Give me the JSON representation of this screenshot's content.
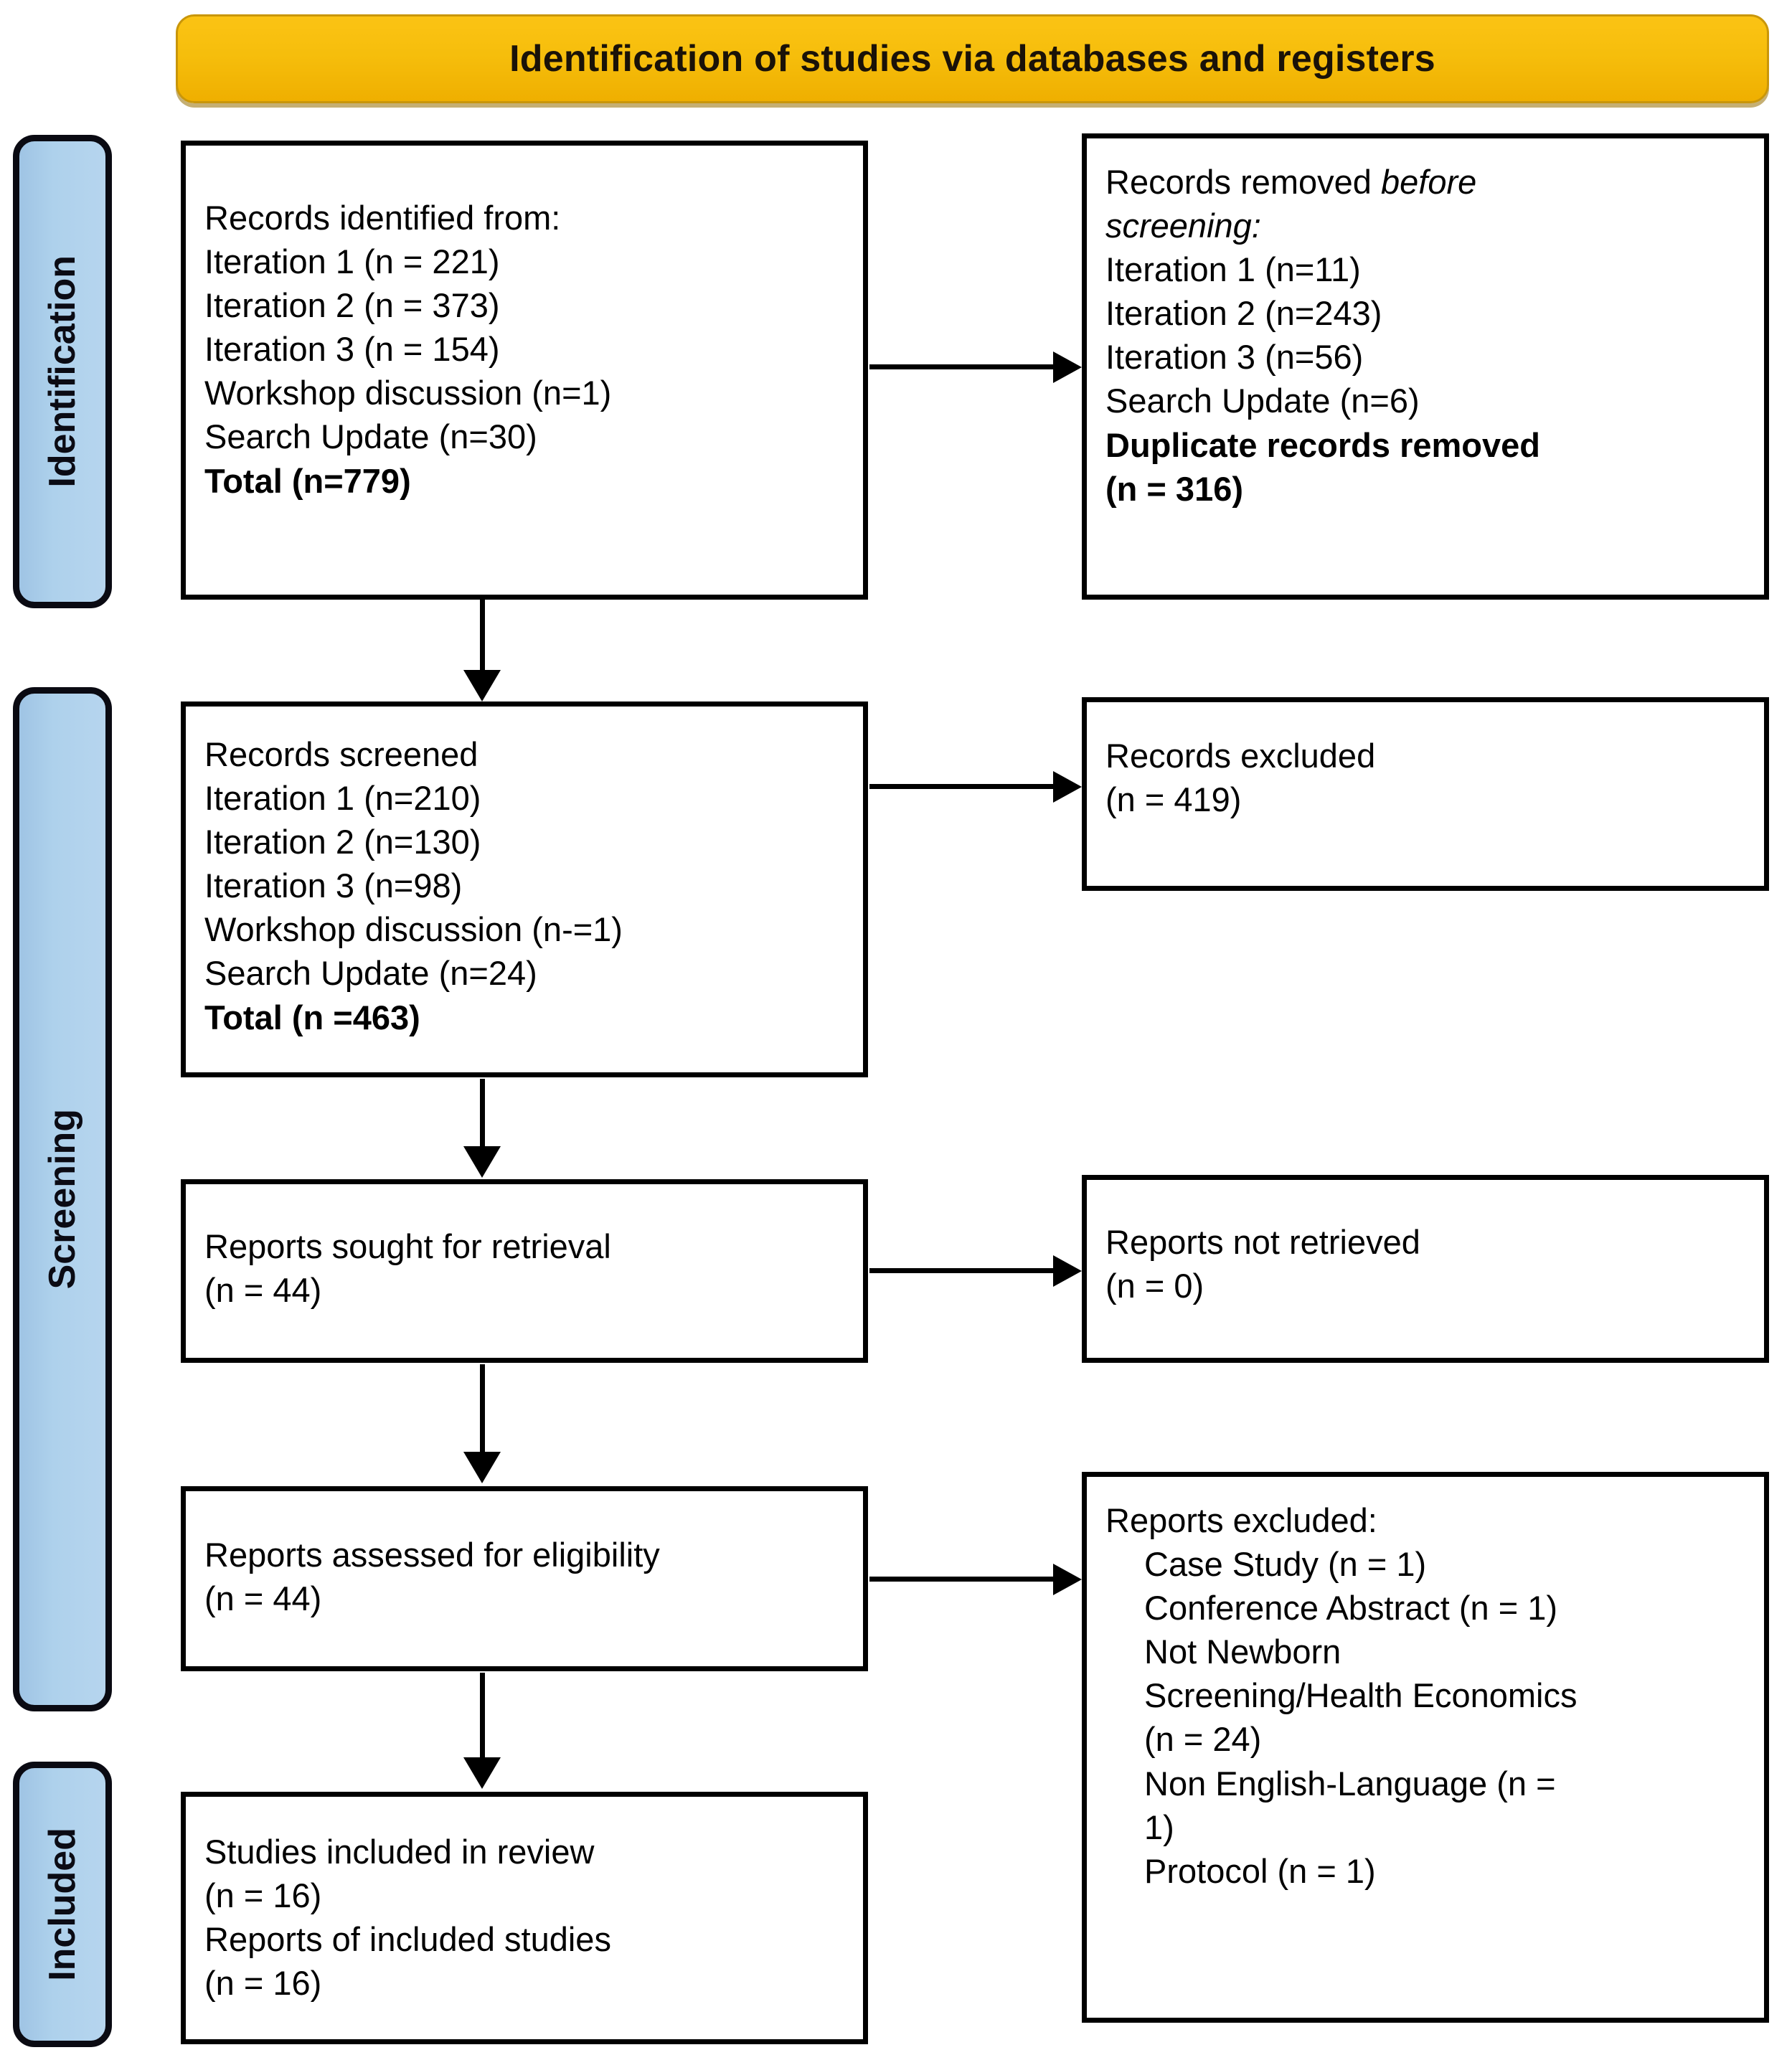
{
  "diagram": {
    "title": "Identification of studies via databases and registers",
    "colors": {
      "banner_fill": "#F6BE0C",
      "banner_border": "#C9960A",
      "stage_fill": "#AED1EC",
      "stage_border": "#0a0a12",
      "box_border": "#000000",
      "box_fill": "#FFFFFF",
      "connector": "#000000"
    }
  },
  "stages": {
    "identification": "Identification",
    "screening": "Screening",
    "included": "Included"
  },
  "boxes": {
    "records_identified": {
      "lines": [
        {
          "text": "Records identified from:",
          "bold": false,
          "italic": false,
          "indent": false
        },
        {
          "text": "Iteration 1 (n = 221)",
          "bold": false,
          "italic": false,
          "indent": false
        },
        {
          "text": "Iteration 2 (n = 373)",
          "bold": false,
          "italic": false,
          "indent": false
        },
        {
          "text": "Iteration 3 (n = 154)",
          "bold": false,
          "italic": false,
          "indent": false
        },
        {
          "text": "Workshop discussion (n=1)",
          "bold": false,
          "italic": false,
          "indent": false
        },
        {
          "text": "Search Update (n=30)",
          "bold": false,
          "italic": false,
          "indent": false
        },
        {
          "text": "Total (n=779)",
          "bold": true,
          "italic": false,
          "indent": false
        }
      ]
    },
    "records_removed": {
      "lines": [
        {
          "text": "Records removed ",
          "bold": false,
          "italic": false,
          "indent": false,
          "tail": "before",
          "tail_italic": true
        },
        {
          "text": "screening:",
          "bold": false,
          "italic": true,
          "indent": false
        },
        {
          "text": "Iteration 1 (n=11)",
          "bold": false,
          "italic": false,
          "indent": false
        },
        {
          "text": "Iteration 2 (n=243)",
          "bold": false,
          "italic": false,
          "indent": false
        },
        {
          "text": "Iteration 3 (n=56)",
          "bold": false,
          "italic": false,
          "indent": false
        },
        {
          "text": "Search Update (n=6)",
          "bold": false,
          "italic": false,
          "indent": false
        },
        {
          "text": "Duplicate records removed",
          "bold": true,
          "italic": false,
          "indent": false
        },
        {
          "text": "(n = 316)",
          "bold": true,
          "italic": false,
          "indent": false
        }
      ]
    },
    "records_screened": {
      "lines": [
        {
          "text": "Records screened",
          "bold": false,
          "italic": false,
          "indent": false
        },
        {
          "text": "Iteration 1 (n=210)",
          "bold": false,
          "italic": false,
          "indent": false
        },
        {
          "text": "Iteration 2 (n=130)",
          "bold": false,
          "italic": false,
          "indent": false
        },
        {
          "text": "Iteration 3 (n=98)",
          "bold": false,
          "italic": false,
          "indent": false
        },
        {
          "text": "Workshop discussion (n-=1)",
          "bold": false,
          "italic": false,
          "indent": false
        },
        {
          "text": "Search Update (n=24)",
          "bold": false,
          "italic": false,
          "indent": false
        },
        {
          "text": "Total (n =463)",
          "bold": true,
          "italic": false,
          "indent": false
        }
      ]
    },
    "records_excluded": {
      "lines": [
        {
          "text": "Records excluded",
          "bold": false,
          "italic": false,
          "indent": false
        },
        {
          "text": "(n = 419)",
          "bold": false,
          "italic": false,
          "indent": false
        }
      ]
    },
    "reports_sought": {
      "lines": [
        {
          "text": "Reports sought for retrieval",
          "bold": false,
          "italic": false,
          "indent": false
        },
        {
          "text": "(n = 44)",
          "bold": false,
          "italic": false,
          "indent": false
        }
      ]
    },
    "reports_not_retrieved": {
      "lines": [
        {
          "text": "Reports not retrieved",
          "bold": false,
          "italic": false,
          "indent": false
        },
        {
          "text": "(n = 0)",
          "bold": false,
          "italic": false,
          "indent": false
        }
      ]
    },
    "reports_assessed": {
      "lines": [
        {
          "text": "Reports assessed for eligibility",
          "bold": false,
          "italic": false,
          "indent": false
        },
        {
          "text": "(n = 44)",
          "bold": false,
          "italic": false,
          "indent": false
        }
      ]
    },
    "reports_excluded": {
      "lines": [
        {
          "text": "Reports excluded:",
          "bold": false,
          "italic": false,
          "indent": false
        },
        {
          "text": "Case Study (n = 1)",
          "bold": false,
          "italic": false,
          "indent": true
        },
        {
          "text": "Conference Abstract (n = 1)",
          "bold": false,
          "italic": false,
          "indent": true
        },
        {
          "text": "Not Newborn",
          "bold": false,
          "italic": false,
          "indent": true
        },
        {
          "text": "Screening/Health Economics",
          "bold": false,
          "italic": false,
          "indent": true
        },
        {
          "text": "(n = 24)",
          "bold": false,
          "italic": false,
          "indent": true
        },
        {
          "text": "Non English-Language (n =",
          "bold": false,
          "italic": false,
          "indent": true
        },
        {
          "text": "1)",
          "bold": false,
          "italic": false,
          "indent": true
        },
        {
          "text": "Protocol (n = 1)",
          "bold": false,
          "italic": false,
          "indent": true
        }
      ]
    },
    "studies_included": {
      "lines": [
        {
          "text": "Studies included in review",
          "bold": false,
          "italic": false,
          "indent": false
        },
        {
          "text": "(n = 16)",
          "bold": false,
          "italic": false,
          "indent": false
        },
        {
          "text": "Reports of included studies",
          "bold": false,
          "italic": false,
          "indent": false
        },
        {
          "text": "(n = 16)",
          "bold": false,
          "italic": false,
          "indent": false
        }
      ]
    }
  }
}
